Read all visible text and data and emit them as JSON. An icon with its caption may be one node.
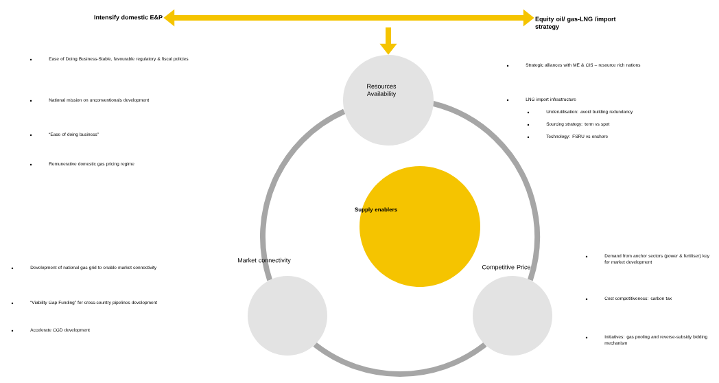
{
  "diagram": {
    "nodes": [
      {
        "text": [
          "Intensify domestic E&P"
        ]
      },
      {
        "text": [
          "Equity oil/ gas-LNG /import strategy"
        ]
      },
      {
        "text": [
          "Resources Availability"
        ]
      },
      {
        "text": [
          "Supply enablers"
        ]
      },
      {
        "text": [
          "Market connectivity"
        ]
      },
      {
        "text": [
          "Competitive Price"
        ]
      }
    ],
    "edges": [
      {
        "from": 0,
        "to": 1,
        "arrow": "both",
        "color": "#f5c400"
      },
      {
        "from": null,
        "to": 2,
        "arrow": "to",
        "color": "#f5c400"
      },
      {
        "from": 2,
        "to": 5,
        "arrow": "none"
      },
      {
        "from": 5,
        "to": 4,
        "arrow": "none"
      },
      {
        "from": 4,
        "to": 2,
        "arrow": "none"
      }
    ],
    "labels": [
      "Ease of Doing Business-Stable, favourable regulatory & fiscal policies",
      "National mission on unconventionals development",
      "“Ease of doing business”",
      "Remunerative domestic gas pricing regime",
      "Strategic alliances with ME & CIS – resource rich nations",
      "LNG import infrastructure",
      "Underutilisation: avoid building redundancy",
      "Sourcing strategy: term vs spot",
      "Technology: FSRU vs onshore",
      "Development of national gas grid to enable market connectivity",
      "“Viability Gap Funding” for cross-country pipelines development",
      "Accelerate CGD development",
      "Demand from anchor sectors (power & fertiliser) key for market development",
      "Cost competitiveness: carbon tax",
      "Initiatives: gas pooling and reverse-subsidy bidding mechanism"
    ]
  }
}
